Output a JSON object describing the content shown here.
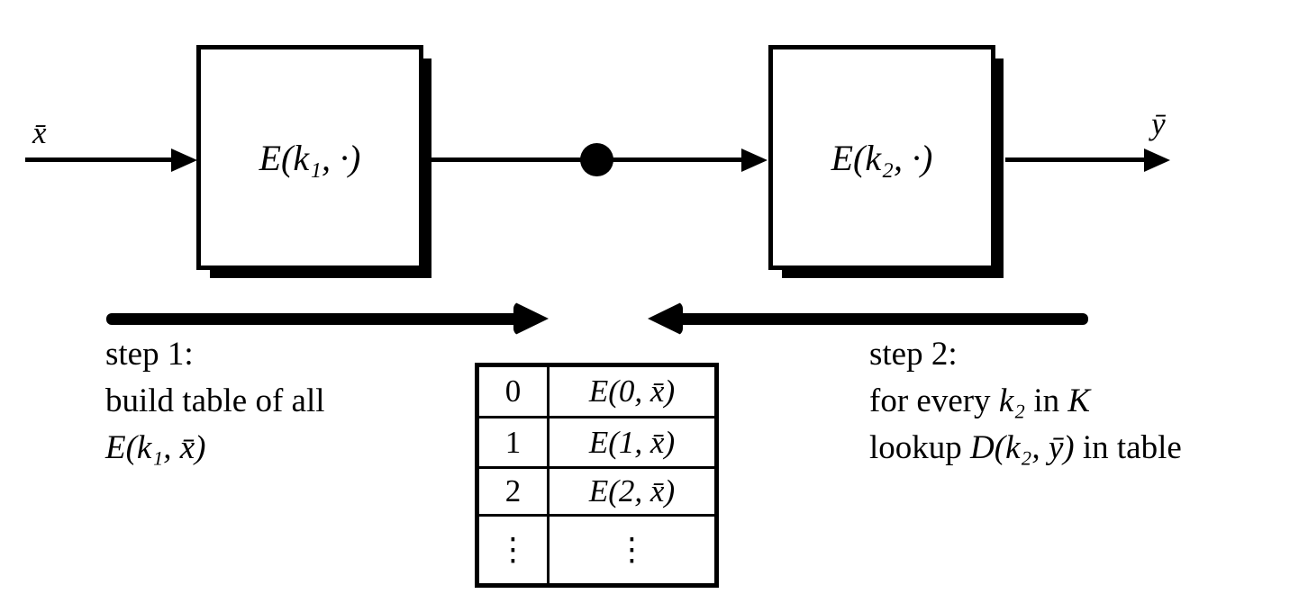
{
  "colors": {
    "ink": "#000000",
    "background": "#ffffff"
  },
  "flow": {
    "input_label": "x̄",
    "output_label": "ȳ",
    "box1_label": "E(k₁, ·)",
    "box2_label": "E(k₂, ·)"
  },
  "step1": {
    "line1": "step 1:",
    "line2": "build table of all",
    "line3_math": "E(k₁, x̄)"
  },
  "step2": {
    "line1": "step 2:",
    "line2_pre": "for every ",
    "line2_math": "k₂",
    "line2_mid": " in ",
    "line2_set": "K",
    "line3_pre": "lookup ",
    "line3_math": "D(k₂, ȳ)",
    "line3_post": " in table"
  },
  "table": {
    "rows": [
      {
        "key": "0",
        "value": "E(0, x̄)"
      },
      {
        "key": "1",
        "value": "E(1, x̄)"
      },
      {
        "key": "2",
        "value": "E(2, x̄)"
      },
      {
        "key": "⋮",
        "value": "⋮"
      }
    ]
  }
}
